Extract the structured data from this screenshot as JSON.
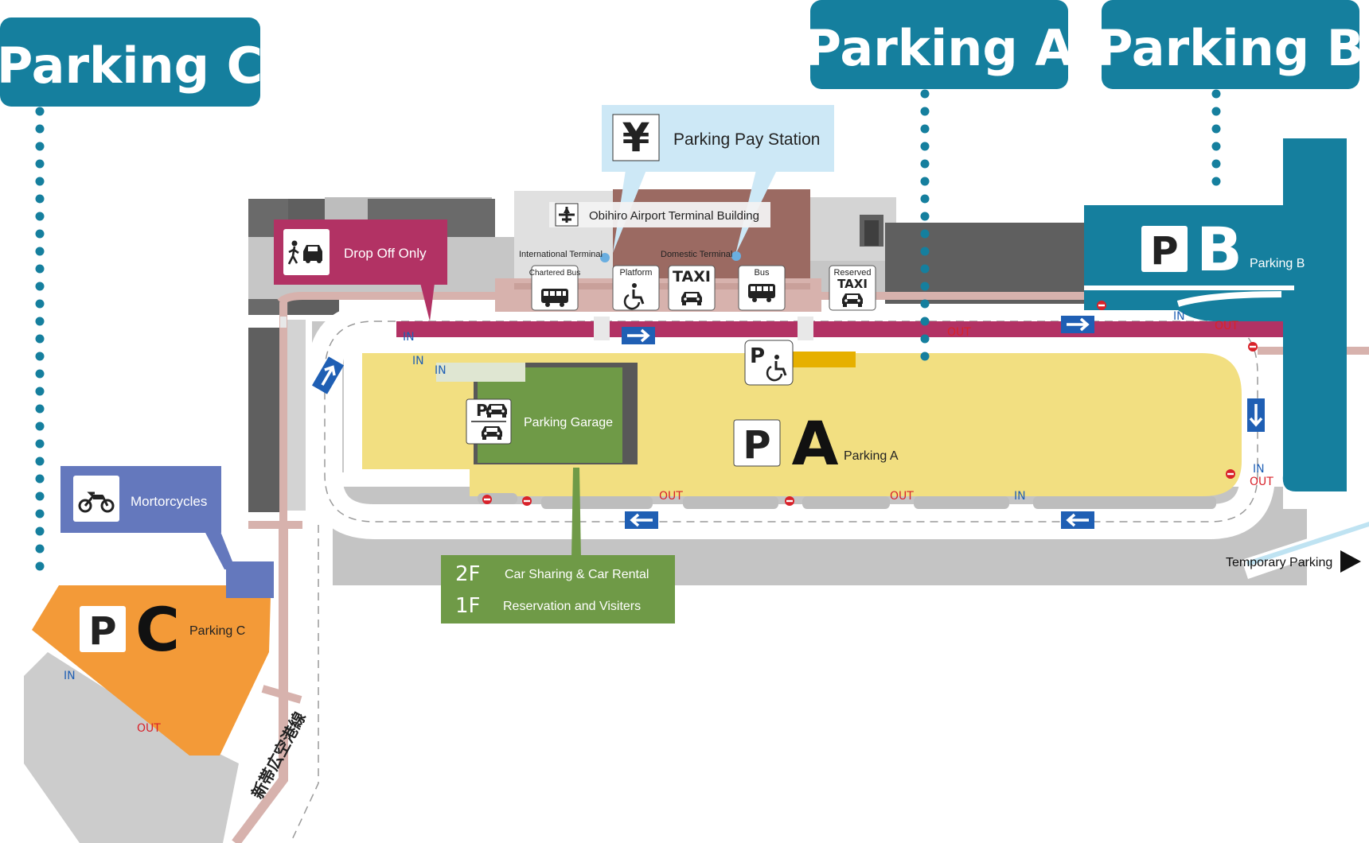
{
  "headers": {
    "parking_c": "Parking C",
    "parking_a": "Parking A",
    "parking_b": "Parking B"
  },
  "terminal": {
    "building": "Obihiro Airport Terminal Building",
    "international": "International Terminal",
    "domestic": "Domestic Terminal"
  },
  "pay_station": {
    "label": "Parking Pay Station",
    "symbol": "¥"
  },
  "drop_off": {
    "label": "Drop Off Only"
  },
  "motorcycles": {
    "label": "Mortorcycles"
  },
  "garage": {
    "label": "Parking Garage"
  },
  "garage_floors": {
    "f2": "2F",
    "f2_label": "Car Sharing & Car Rental",
    "f1": "1F",
    "f1_label": "Reservation and Visiters"
  },
  "stops": {
    "chartered_bus": "Chartered Bus",
    "platform": "Platform",
    "taxi": "TAXI",
    "bus": "Bus",
    "reserved": "Reserved",
    "reserved_taxi": "TAXI"
  },
  "lots": {
    "a_letter": "A",
    "a_label": "Parking A",
    "b_letter": "B",
    "b_label": "Parking B",
    "c_letter": "C",
    "c_label": "Parking C",
    "p": "P"
  },
  "road": {
    "name": "新帯広空港線"
  },
  "temporary": {
    "label": "Temporary Parking"
  },
  "traffic": {
    "in": "IN",
    "out": "OUT"
  },
  "colors": {
    "teal": "#157f9e",
    "magenta": "#b23264",
    "orange": "#f39a38",
    "yellow": "#f2df81",
    "green": "#6f9a47",
    "slate": "#6478bd",
    "lightblue": "#cde8f6",
    "brown": "#9b6a62",
    "gray": "#bdbdbd",
    "dark": "#5f5f5f"
  },
  "icons": [
    "airplane-icon",
    "yen-icon",
    "pedestrian-car-icon",
    "motorcycle-icon",
    "bus-icon",
    "wheelchair-icon",
    "taxi-icon",
    "car-icon",
    "no-entry-icon",
    "arrow-icon",
    "triangle-right-icon"
  ]
}
